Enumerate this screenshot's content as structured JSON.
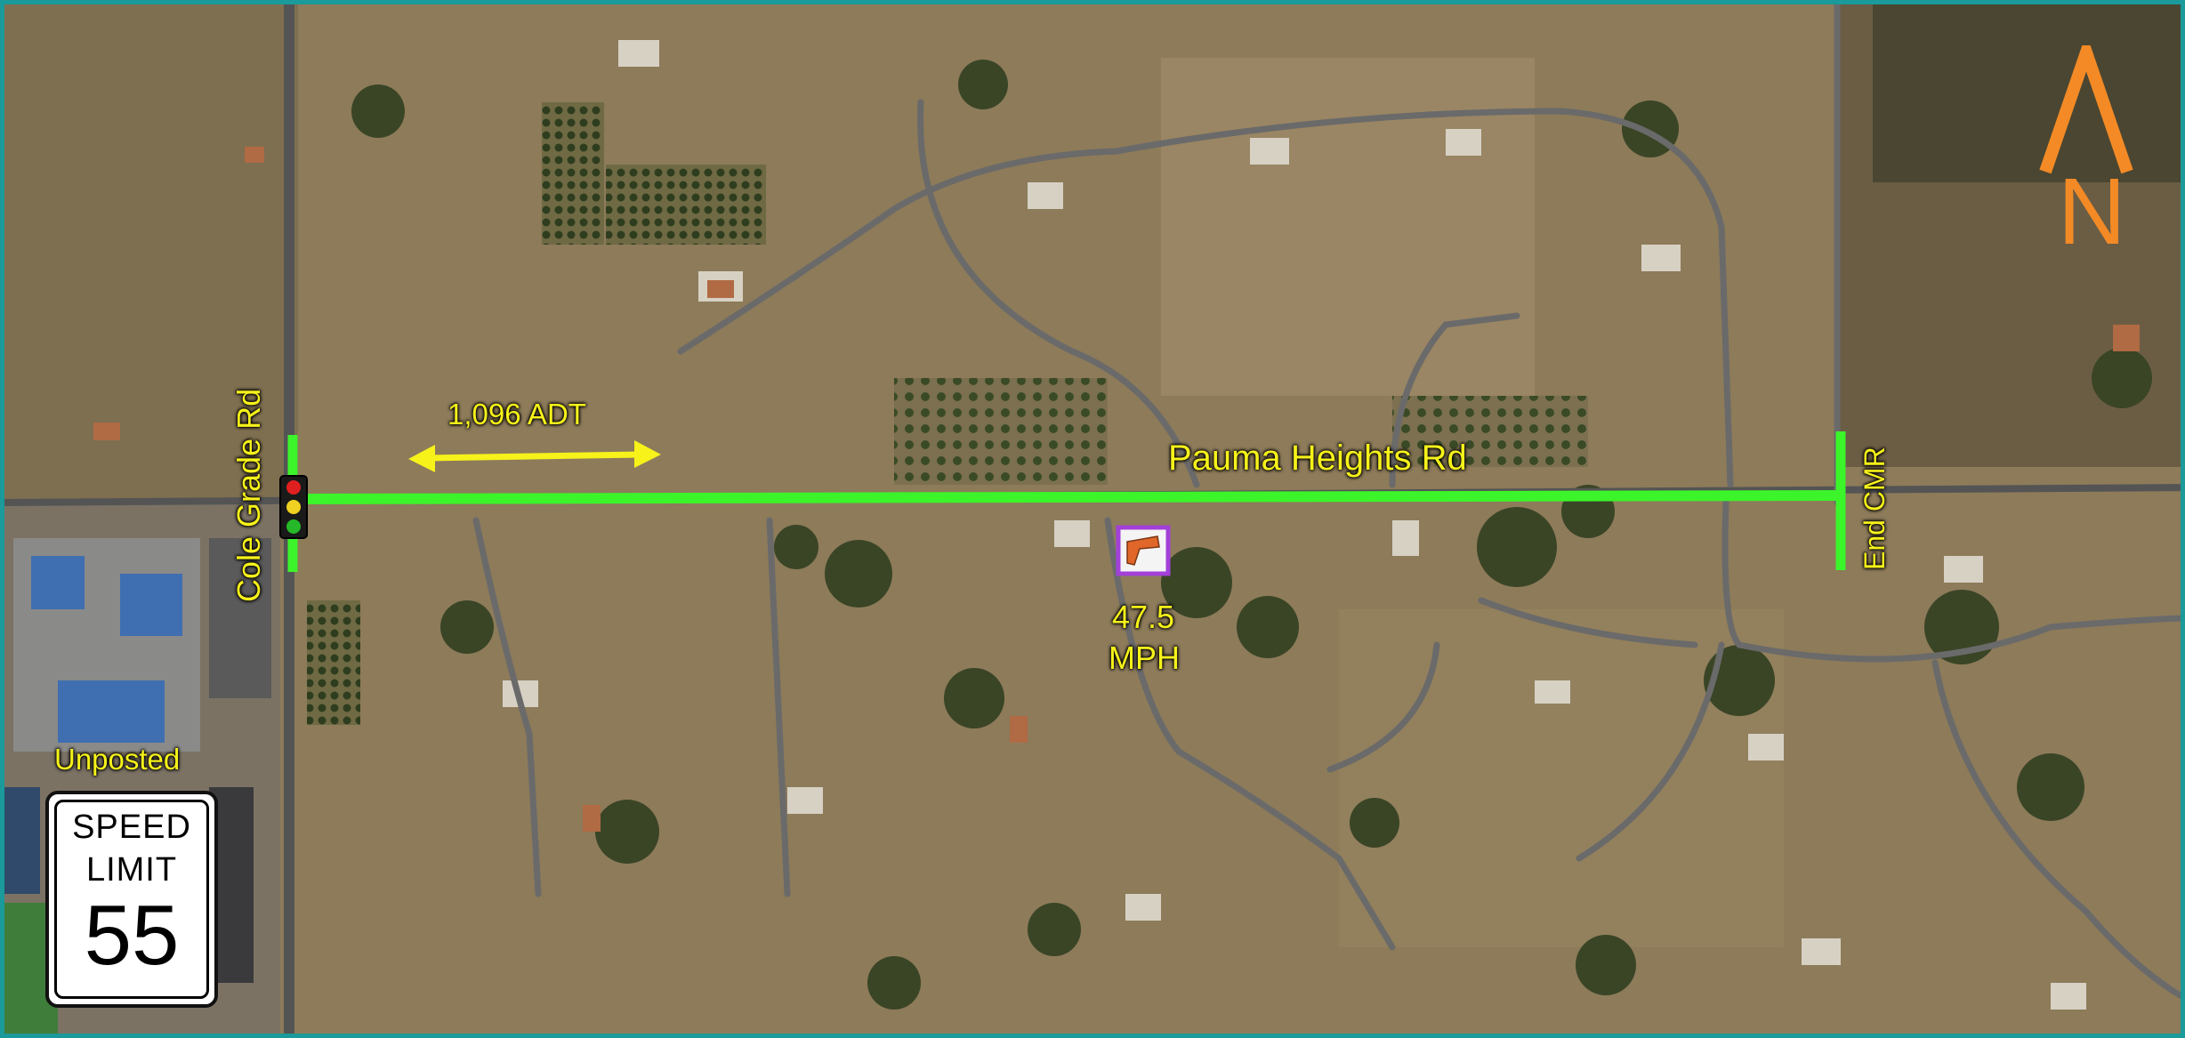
{
  "road": {
    "name": "Pauma Heights Rd",
    "cross_street": "Cole Grade Rd",
    "end_label": "End CMR"
  },
  "traffic": {
    "adt_label": "1,096 ADT"
  },
  "speed_survey": {
    "value": "47.5",
    "unit": "MPH",
    "icon": "radar-speed-gun-icon"
  },
  "speed_limit": {
    "status": "Unposted",
    "sign_line1": "SPEED",
    "sign_line2": "LIMIT",
    "sign_value": "55"
  },
  "north_arrow": {
    "label": "N",
    "color": "#f38a25"
  },
  "colors": {
    "segment": "#3cf42a",
    "labels": "#f6f21a",
    "frame": "#1a9a9a",
    "speed_icon_border": "#a240d8"
  },
  "signal": {
    "icon": "traffic-signal-icon",
    "lights": [
      "#e02020",
      "#f0d020",
      "#25b828"
    ]
  }
}
